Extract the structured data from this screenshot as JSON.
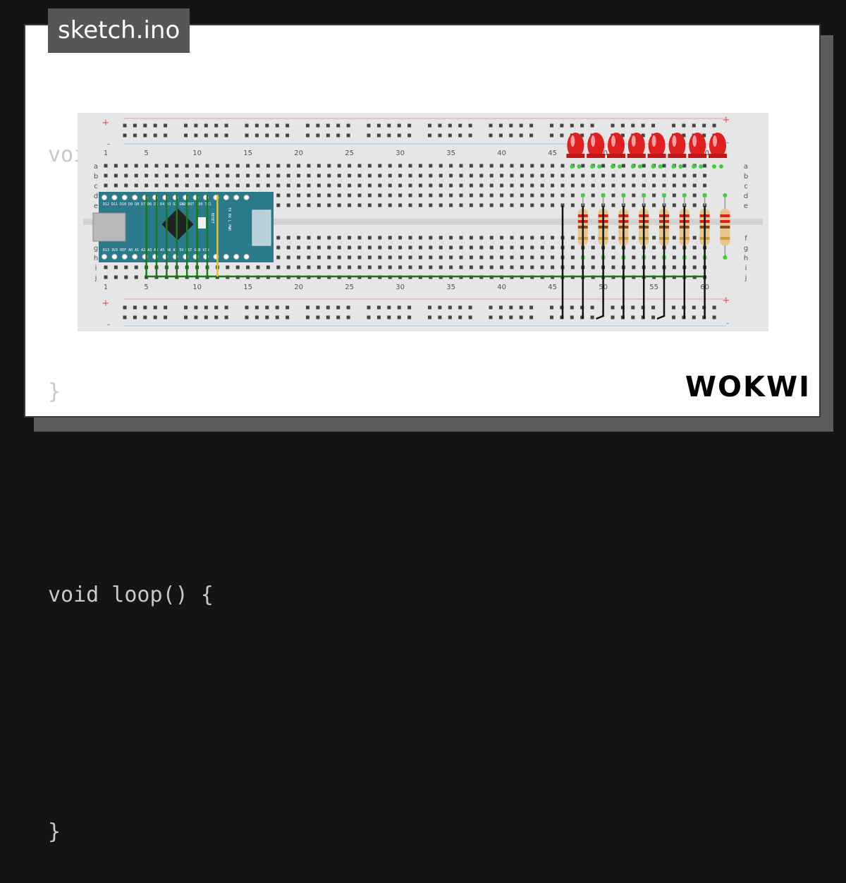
{
  "file_tab": {
    "label": "sketch.ino"
  },
  "code_lines": [
    "void setup() {",
    "",
    "}",
    "",
    "void loop() {",
    "",
    "}"
  ],
  "brand": {
    "name": "WOKWI"
  },
  "breadboard": {
    "column_labels": [
      "1",
      "5",
      "10",
      "15",
      "20",
      "25",
      "30",
      "35",
      "40",
      "45",
      "50",
      "55",
      "60"
    ],
    "row_labels_top": [
      "a",
      "b",
      "c",
      "d",
      "e"
    ],
    "row_labels_bottom": [
      "f",
      "g",
      "h",
      "i",
      "j"
    ],
    "rail_plus": "+",
    "rail_minus": "-"
  },
  "arduino": {
    "pin_labels_top": "D12 D11 D10 D9 D8 D7 D6 D5 D4 D3 D2 GND RST RX0 TX1",
    "pin_labels_bottom": "D13 3V3 REF A0 A1 A2 A3 A4 A5 A6 A7 5V RST GND VIN",
    "reset_label": "RESET",
    "led_labels": "TX RX L PWR"
  },
  "components": {
    "led_count": 8,
    "resistor_count": 8,
    "led_color": "#e02020",
    "wire_green": "#1a7a1a",
    "wire_yellow": "#f2c200",
    "wire_black": "#111111",
    "arduino_color": "#2a7a8c"
  }
}
